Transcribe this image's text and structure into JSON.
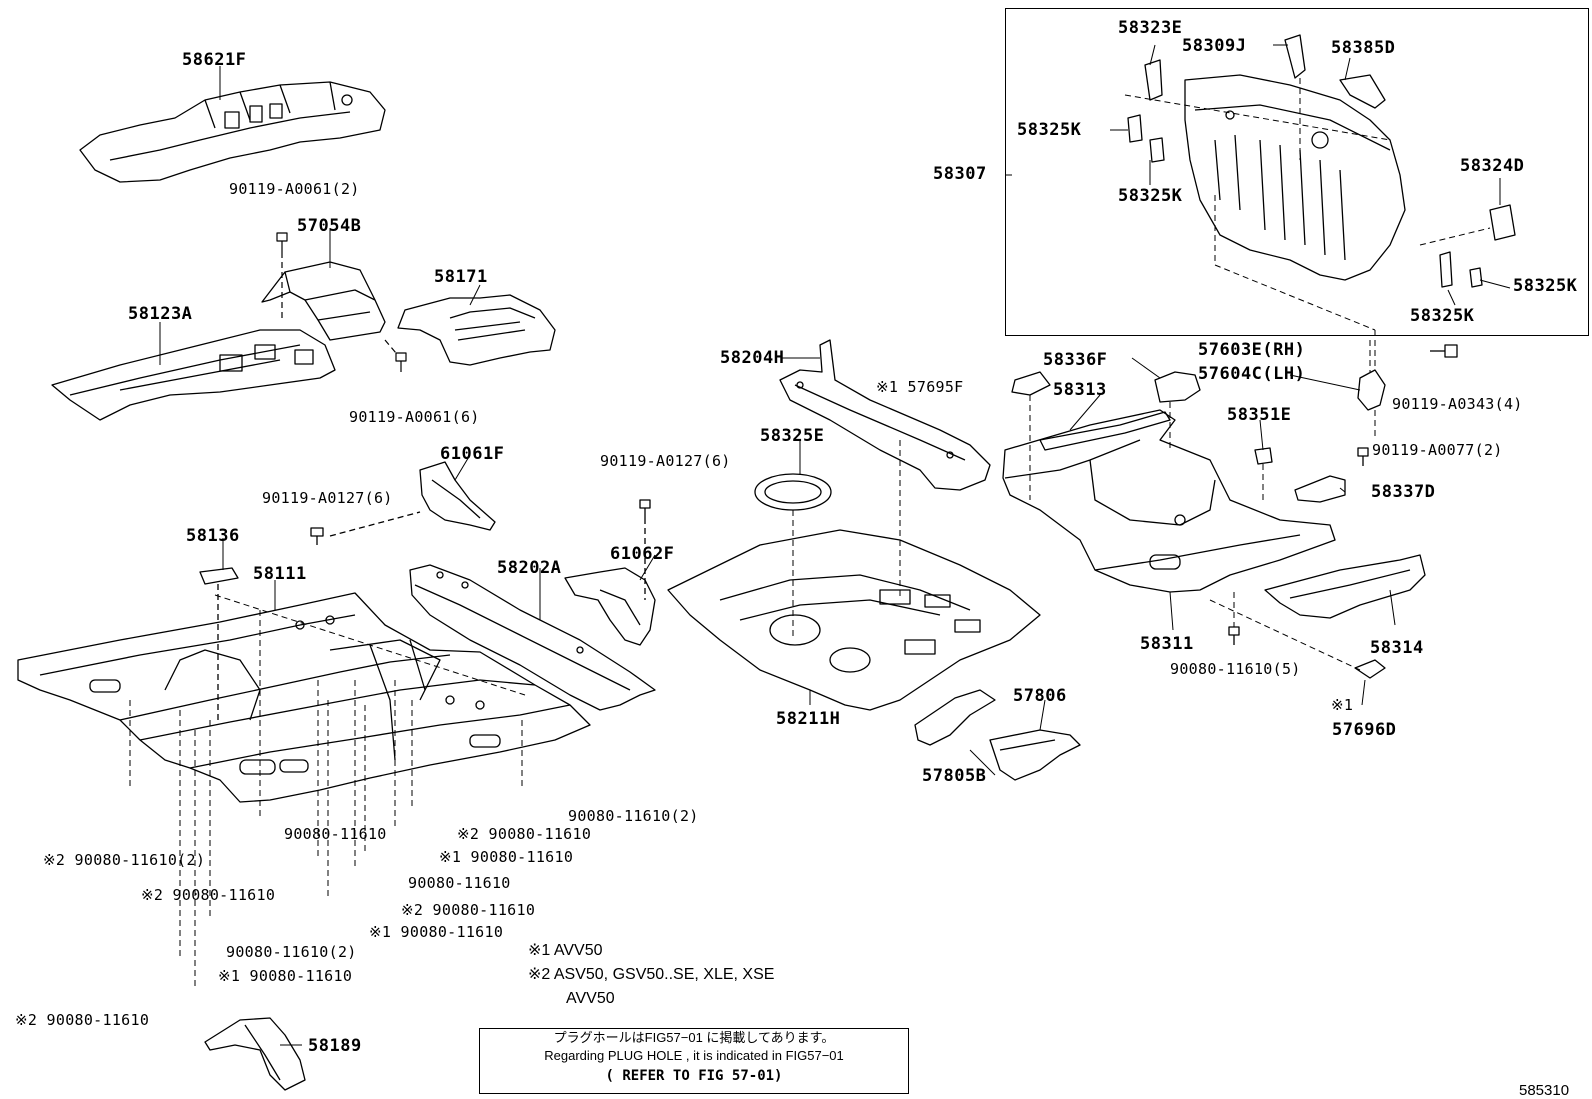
{
  "parts": [
    {
      "key": "p58621F",
      "text": "58621F"
    },
    {
      "key": "p57054B",
      "text": "57054B"
    },
    {
      "key": "p58171",
      "text": "58171"
    },
    {
      "key": "p58123A",
      "text": "58123A"
    },
    {
      "key": "p61061F",
      "text": "61061F"
    },
    {
      "key": "p58136",
      "text": "58136"
    },
    {
      "key": "p58111",
      "text": "58111"
    },
    {
      "key": "p58202A",
      "text": "58202A"
    },
    {
      "key": "p61062F",
      "text": "61062F"
    },
    {
      "key": "p58204H",
      "text": "58204H"
    },
    {
      "key": "p58325E",
      "text": "58325E"
    },
    {
      "key": "p58211H",
      "text": "58211H"
    },
    {
      "key": "p57806",
      "text": "57806"
    },
    {
      "key": "p57805B",
      "text": "57805B"
    },
    {
      "key": "p58336F",
      "text": "58336F"
    },
    {
      "key": "p58313",
      "text": "58313"
    },
    {
      "key": "p58351E",
      "text": "58351E"
    },
    {
      "key": "p58337D",
      "text": "58337D"
    },
    {
      "key": "p58311",
      "text": "58311"
    },
    {
      "key": "p58314",
      "text": "58314"
    },
    {
      "key": "p57696D",
      "text": "57696D"
    },
    {
      "key": "p58189",
      "text": "58189"
    },
    {
      "key": "p58323E",
      "text": "58323E"
    },
    {
      "key": "p58309J",
      "text": "58309J"
    },
    {
      "key": "p58385D",
      "text": "58385D"
    },
    {
      "key": "p58325K_a",
      "text": "58325K"
    },
    {
      "key": "p58325K_b",
      "text": "58325K"
    },
    {
      "key": "p58307",
      "text": "58307"
    },
    {
      "key": "p58324D",
      "text": "58324D"
    },
    {
      "key": "p58325K_c",
      "text": "58325K"
    },
    {
      "key": "p58325K_d",
      "text": "58325K"
    },
    {
      "key": "p57603E",
      "text": "57603E(RH)"
    },
    {
      "key": "p57604C",
      "text": "57604C(LH)"
    }
  ],
  "fasteners": [
    {
      "key": "f1",
      "text": "90119-A0061(2)"
    },
    {
      "key": "f2",
      "text": "90119-A0061(6)"
    },
    {
      "key": "f3",
      "text": "90119-A0127(6)"
    },
    {
      "key": "f4",
      "text": "90119-A0127(6)"
    },
    {
      "key": "f5",
      "text": "※1 57695F"
    },
    {
      "key": "f6",
      "text": "90119-A0343(4)"
    },
    {
      "key": "f7",
      "text": "90119-A0077(2)"
    },
    {
      "key": "f8",
      "text": "90080-11610(5)"
    },
    {
      "key": "f9",
      "text": "※1"
    },
    {
      "key": "f10",
      "text": "90080-11610(2)"
    },
    {
      "key": "f11",
      "text": "※2 90080-11610"
    },
    {
      "key": "f12",
      "text": "90080-11610"
    },
    {
      "key": "f13",
      "text": "※1 90080-11610"
    },
    {
      "key": "f14",
      "text": "※2 90080-11610(2)"
    },
    {
      "key": "f15",
      "text": "90080-11610"
    },
    {
      "key": "f16",
      "text": "※2 90080-11610"
    },
    {
      "key": "f17",
      "text": "※2 90080-11610"
    },
    {
      "key": "f18",
      "text": "※1 90080-11610"
    },
    {
      "key": "f19",
      "text": "90080-11610(2)"
    },
    {
      "key": "f20",
      "text": "※1 90080-11610"
    },
    {
      "key": "f21",
      "text": "※2 90080-11610"
    }
  ],
  "legend": {
    "note1": "※1  AVV50",
    "note2": "※2  ASV50, GSV50..SE, XLE, XSE",
    "note3": "AVV50"
  },
  "plug_note": {
    "jp": "プラグホールはFIG57−01 に掲載してあります。",
    "en": "Regarding  PLUG HOLE , it is indicated in  FIG57−01",
    "ref": "( REFER TO FIG 57-01)"
  },
  "figure_number": "585310"
}
